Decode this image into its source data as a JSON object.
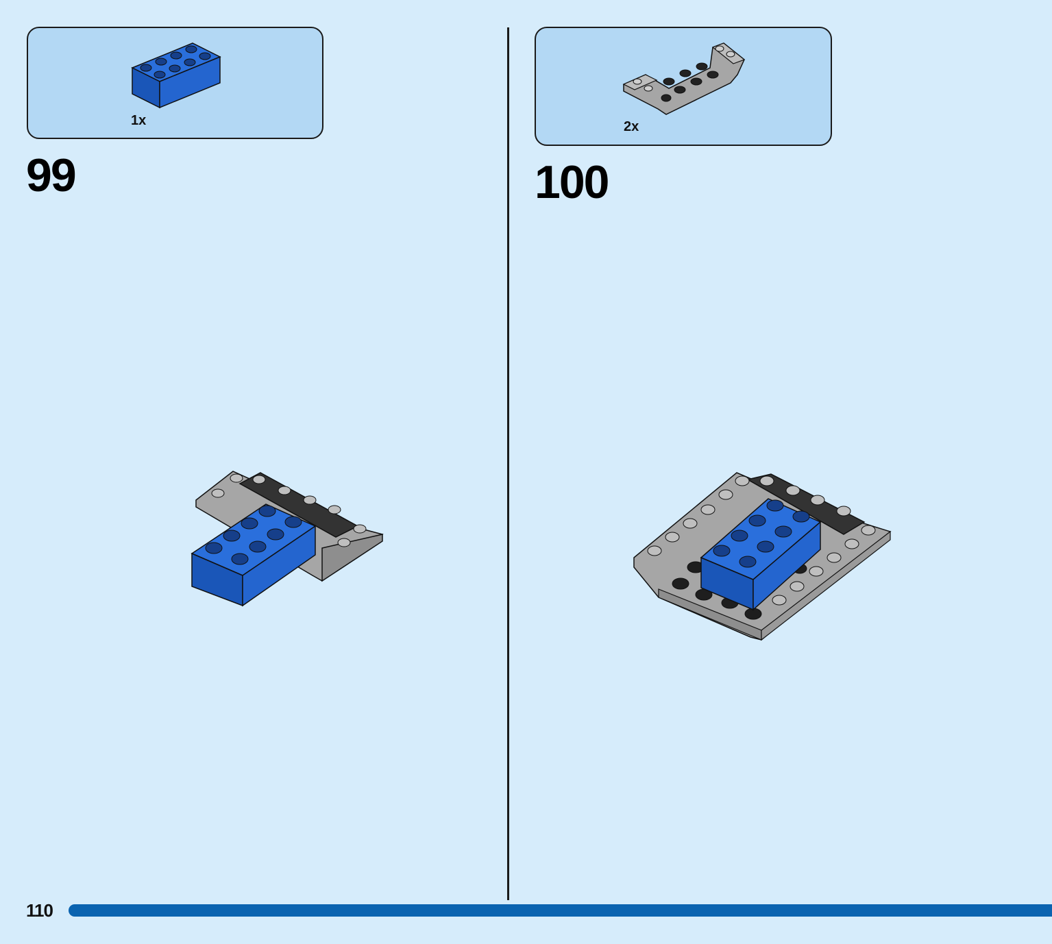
{
  "steps": [
    {
      "number": "99",
      "parts": [
        {
          "quantity": "1x",
          "color": "#1f62cf",
          "name": "blue-brick-2x4"
        }
      ]
    },
    {
      "number": "100",
      "parts": [
        {
          "quantity": "2x",
          "color": "#a6a6a6",
          "name": "gray-inverted-slope-plate"
        }
      ]
    }
  ],
  "page": {
    "number": "110"
  },
  "colors": {
    "background": "#d6ecfb",
    "parts_box": "#b3d8f4",
    "brick_blue": "#1f62cf",
    "brick_gray": "#a6a6a6",
    "brick_dark": "#333333",
    "progress_bar": "#0a63b0"
  }
}
